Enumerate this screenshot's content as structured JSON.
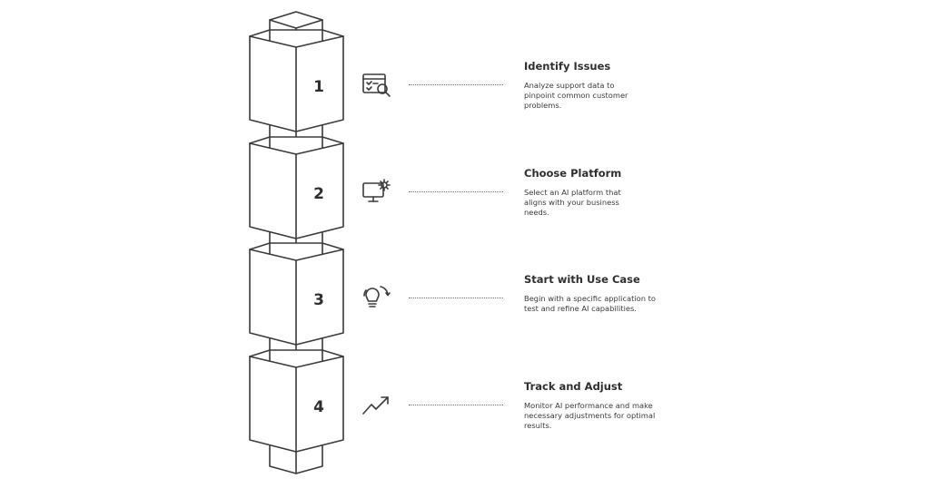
{
  "steps": [
    {
      "number": "1",
      "title": "Identify Issues",
      "description": "Analyze support data to pinpoint common customer problems.",
      "icon": "checklist-search-icon"
    },
    {
      "number": "2",
      "title": "Choose Platform",
      "description": "Select an AI platform that aligns with your business needs.",
      "icon": "monitor-gear-icon"
    },
    {
      "number": "3",
      "title": "Start with Use Case",
      "description": "Begin with a specific application to test and refine AI capabilities.",
      "icon": "lightbulb-refresh-icon"
    },
    {
      "number": "4",
      "title": "Track and Adjust",
      "description": "Monitor AI performance and make necessary adjustments for optimal results.",
      "icon": "trend-up-arrow-icon"
    }
  ],
  "colors": {
    "ink": "#3a3a3a",
    "background": "#ffffff"
  }
}
